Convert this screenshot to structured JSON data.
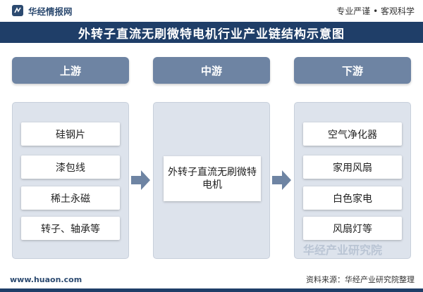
{
  "header": {
    "logo_text": "华经情报网",
    "slogan": "专业严谨 • 客观科学"
  },
  "title": "外转子直流无刷微特电机行业产业链结构示意图",
  "stages": [
    {
      "label": "上游",
      "items": [
        "硅钢片",
        "漆包线",
        "稀土永磁",
        "转子、轴承等"
      ]
    },
    {
      "label": "中游",
      "items": [
        "外转子直流无刷微特电机"
      ]
    },
    {
      "label": "下游",
      "items": [
        "空气净化器",
        "家用风扇",
        "白色家电",
        "风扇灯等"
      ]
    }
  ],
  "watermark": "华经产业研究院",
  "footer": {
    "website": "www.huaon.com",
    "source": "资料来源：华经产业研究院整理"
  },
  "colors": {
    "title_band": "#1f3e68",
    "stage_header": "#6e84a3",
    "panel": "#dde3ec",
    "arrow": "#6e84a3"
  }
}
